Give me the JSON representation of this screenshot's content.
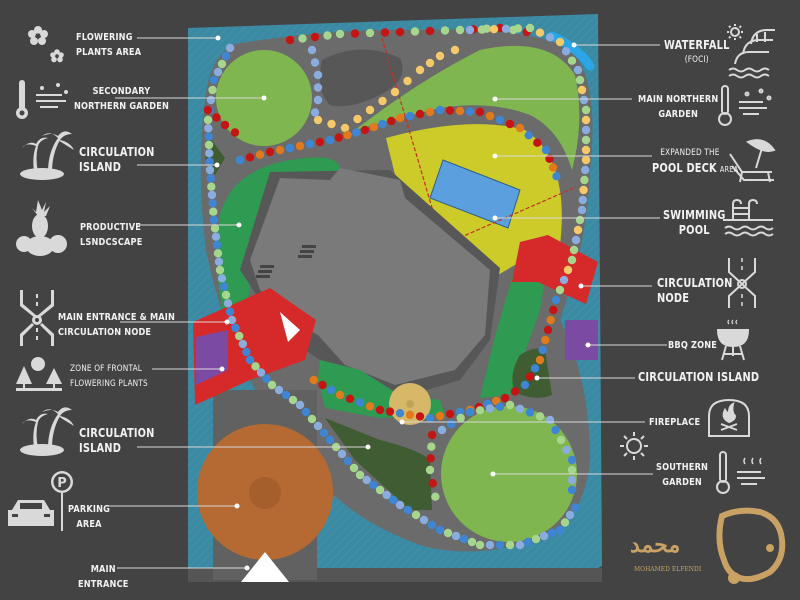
{
  "plan": {
    "designer_logo_text": "MOHAMED ELFENDI",
    "colors": {
      "background": "#434343",
      "site_water_border": "#3a8aa4",
      "path": "#6b6b6b",
      "lawn_light": "#7fb650",
      "lawn_dark_green": "#2e9a52",
      "island_dark": "#3f5c32",
      "pool_deck": "#cdcb2a",
      "pool": "#5b9fde",
      "building": "#7a7a7a",
      "building_shadow": "#575757",
      "circulation_node": "#d62a2a",
      "bbq_zone": "#7b4aa3",
      "fireplace": "#d6b868",
      "parking": "#b46a32",
      "waterfall": "#2aa6e6",
      "dot_red": "#c41414",
      "dot_yellow": "#f5c86a",
      "dot_green": "#a6d58e",
      "dot_blue": "#3e86d4",
      "dot_lightblue": "#8aacde",
      "dot_orange": "#e07a1c"
    }
  },
  "left_labels": [
    {
      "id": "flowering-plants-area",
      "lines": [
        "FLOWERING",
        "PLANTS AREA"
      ],
      "icon": "flowers-icon"
    },
    {
      "id": "secondary-northern-garden",
      "lines": [
        "SECONDARY",
        "NORTHERN GARDEN"
      ],
      "icon": "thermometer-wind-icon"
    },
    {
      "id": "circulation-island-1",
      "lines": [
        "CIRCULATION",
        "ISLAND"
      ],
      "icon": "palm-island-icon"
    },
    {
      "id": "productive-landscape",
      "lines": [
        "PRODUCTIVE",
        "LSNDCSCAPE"
      ],
      "icon": "fruits-icon"
    },
    {
      "id": "main-entrance-node",
      "lines": [
        "MAIN ENTRANCE & MAIN",
        "CIRCULATION NODE"
      ],
      "icon": "circulation-node-icon"
    },
    {
      "id": "frontal-flowering",
      "lines": [
        "ZONE OF FRONTAL",
        "FLOWERING PLANTS"
      ],
      "icon": "trees-sun-icon"
    },
    {
      "id": "circulation-island-2",
      "lines": [
        "CIRCULATION",
        "ISLAND"
      ],
      "icon": "palm-island-icon"
    },
    {
      "id": "parking-area",
      "lines": [
        "PARKING",
        "AREA"
      ],
      "icon": "car-parking-icon"
    },
    {
      "id": "main-entrance",
      "lines": [
        "MAIN",
        "ENTRANCE"
      ],
      "icon": ""
    }
  ],
  "right_labels": [
    {
      "id": "waterfall",
      "lines": [
        "WATERFALL",
        "(FOCI)"
      ],
      "icon": "waterfall-icon"
    },
    {
      "id": "main-northern-garden",
      "lines": [
        "MAIN NORTHERN",
        "GARDEN"
      ],
      "icon": "thermometer-wind-icon"
    },
    {
      "id": "pool-deck",
      "line1": "EXPANDED THE",
      "line2_bold": "POOL DECK",
      "line2_small": "AREA",
      "icon": "sunbed-umbrella-icon"
    },
    {
      "id": "swimming-pool",
      "lines": [
        "SWIMMING",
        "POOL"
      ],
      "icon": "pool-ladder-icon"
    },
    {
      "id": "circulation-node",
      "lines": [
        "CIRCULATION",
        "NODE"
      ],
      "icon": "circulation-node-icon"
    },
    {
      "id": "bbq-zone",
      "lines": [
        "BBQ ZONE"
      ],
      "icon": "bbq-grill-icon"
    },
    {
      "id": "circulation-island-3",
      "lines": [
        "CIRCULATION ISLAND"
      ],
      "icon": "palm-island-icon"
    },
    {
      "id": "fireplace",
      "lines": [
        "FIREPLACE"
      ],
      "icon": "fireplace-icon"
    },
    {
      "id": "southern-garden",
      "lines": [
        "SOUTHERN",
        "GARDEN"
      ],
      "icon": "sun-thermometer-icon"
    }
  ]
}
